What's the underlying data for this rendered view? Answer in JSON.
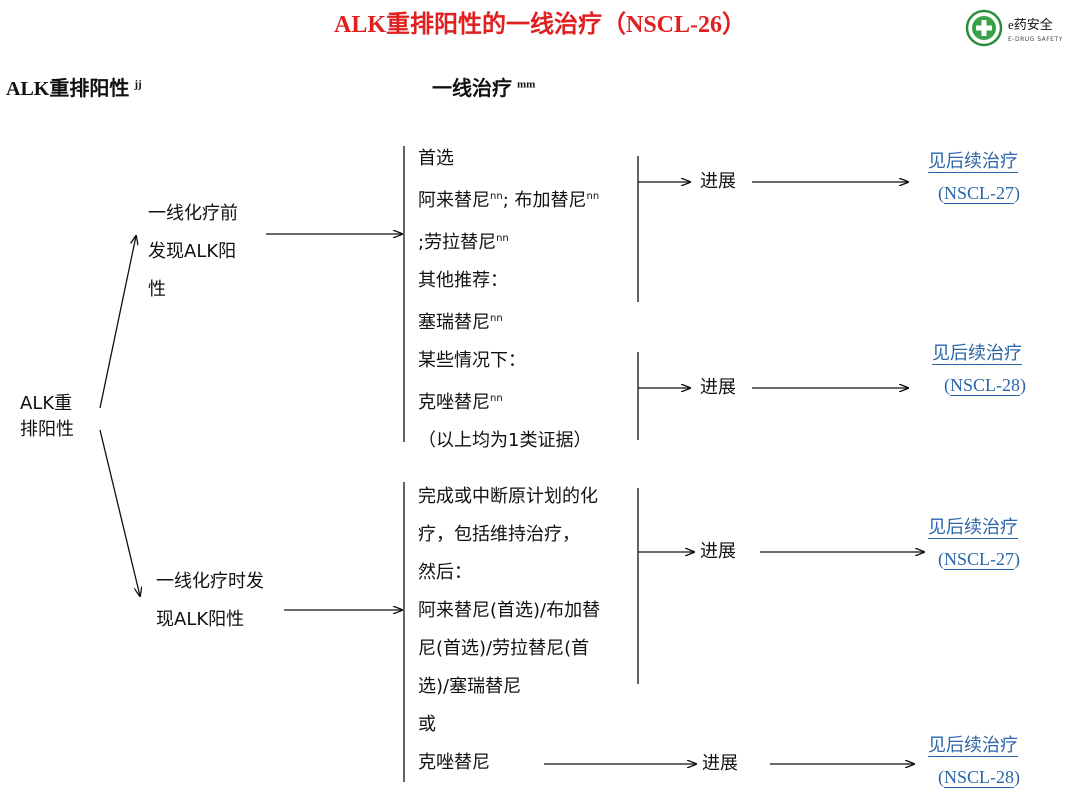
{
  "title": "ALK重排阳性的一线治疗（NSCL-26）",
  "logo": {
    "text": "e药安全",
    "sub": "E-DRUG SAFETY"
  },
  "headers": {
    "left": "ALK重排阳性",
    "left_sup": "jj",
    "mid": "一线治疗",
    "mid_sup": "mm"
  },
  "root": {
    "line1": "ALK重",
    "line2": "排阳性"
  },
  "branch_top": {
    "line1": "一线化疗前",
    "line2": "发现ALK阳",
    "line3": "性"
  },
  "branch_bottom": {
    "line1": "一线化疗时发",
    "line2": "现ALK阳性"
  },
  "treat_top": {
    "preferred": "首选",
    "l2a": "阿来替尼",
    "l2a_sup": "nn",
    "l2b": "; 布加替尼",
    "l2b_sup": "nn",
    "l3": ";劳拉替尼",
    "l3_sup": "nn",
    "other": "其他推荐：",
    "l5": "塞瑞替尼",
    "l5_sup": "nn",
    "some": "某些情况下：",
    "l7": "克唑替尼",
    "l7_sup": "nn",
    "evidence": "（以上均为1类证据）"
  },
  "treat_bottom": {
    "l1": "完成或中断原计划的化",
    "l2": "疗，包括维持治疗，",
    "l3": "然后：",
    "l4": "阿来替尼(首选)/布加替",
    "l5": "尼(首选)/劳拉替尼(首",
    "l6": "选)/塞瑞替尼",
    "l7": "或",
    "l8": "克唑替尼"
  },
  "progress_label": "进展",
  "followups": [
    {
      "label": "见后续治疗",
      "code": "NSCL-27"
    },
    {
      "label": "见后续治疗",
      "code": "NSCL-28"
    },
    {
      "label": "见后续治疗",
      "code": "NSCL-27"
    },
    {
      "label": "见后续治疗",
      "code": "NSCL-28"
    }
  ]
}
